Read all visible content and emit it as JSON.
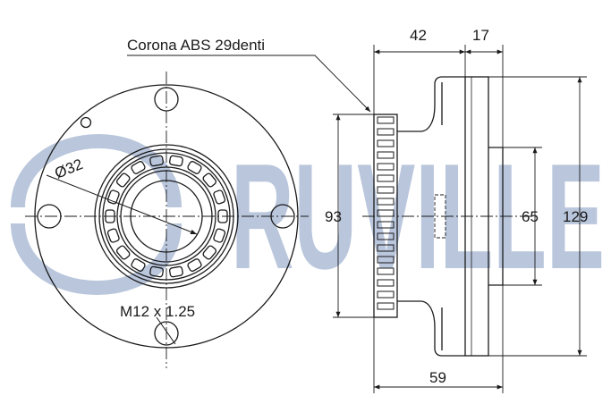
{
  "brand": {
    "watermark": "RUVILLE",
    "watermark_color": "#b9c6dc"
  },
  "line_color": "#1a1a1a",
  "labels": {
    "abs_ring": "Corona ABS 29denti",
    "bore_diameter": "Ø32",
    "thread": "M12 x 1.25",
    "dim_42": "42",
    "dim_17": "17",
    "dim_93": "93",
    "dim_65": "65",
    "dim_129": "129",
    "dim_59": "59"
  }
}
